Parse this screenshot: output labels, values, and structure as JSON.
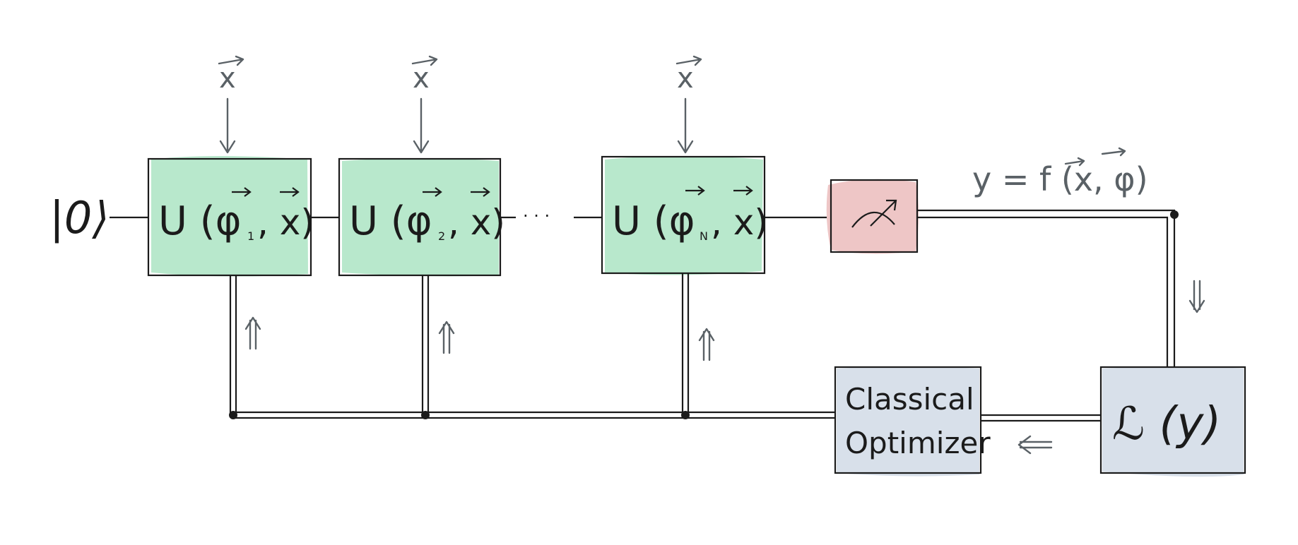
{
  "diagram": {
    "input_state": "|0⟩",
    "ellipsis": "· · ·",
    "gates": [
      {
        "label_main": "U (φ",
        "sub": "1",
        "label_tail": ", x)",
        "input": "x"
      },
      {
        "label_main": "U (φ",
        "sub": "2",
        "label_tail": ", x)",
        "input": "x"
      },
      {
        "label_main": "U (φ",
        "sub": "N",
        "label_tail": ", x)",
        "input": "x"
      }
    ],
    "measurement_output": "y = f (x, φ)",
    "loss_label": "ℒ (y)",
    "optimizer_label_line1": "Classical",
    "optimizer_label_line2": "Optimizer",
    "colors": {
      "gate_fill": "#b8e8cc",
      "measure_fill": "#eec6c6",
      "classical_fill": "#d8e0ea",
      "ink": "#1b1b1b",
      "annotation_ink": "#5a6166"
    }
  }
}
